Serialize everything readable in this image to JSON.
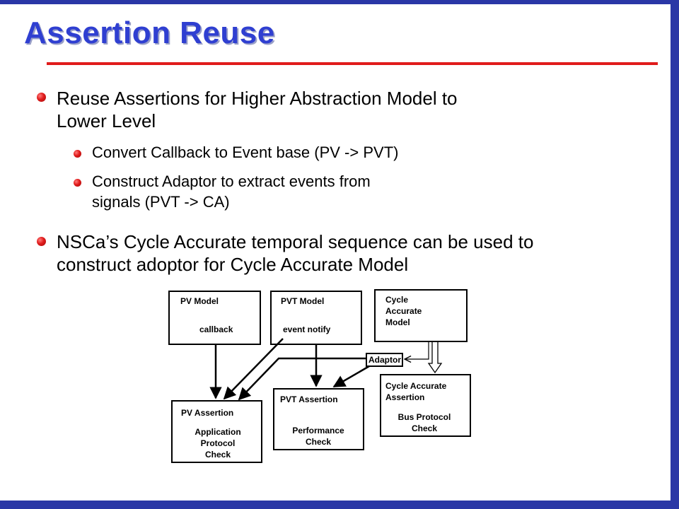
{
  "slide": {
    "title": "Assertion Reuse",
    "accent_color": "#e01b1b",
    "title_color": "#2f3fd1",
    "frame_color": "#2a37a6"
  },
  "bullets": [
    {
      "text_line1": "Reuse Assertions for Higher Abstraction Model to",
      "text_line2": "Lower Level",
      "sub": [
        {
          "text_line1": "Convert Callback to Event base (PV -> PVT)"
        },
        {
          "text_line1": "Construct Adaptor to extract events from",
          "text_line2": "signals (PVT -> CA)"
        }
      ]
    },
    {
      "text_line1": "NSCa’s Cycle Accurate temporal sequence can be used to",
      "text_line2": "construct adoptor for Cycle Accurate Model"
    }
  ],
  "diagram": {
    "pv_model": {
      "title": "PV Model",
      "body": "callback"
    },
    "pvt_model": {
      "title": "PVT Model",
      "body": "event notify"
    },
    "ca_model": {
      "title_lines": [
        "Cycle",
        "Accurate",
        "Model"
      ]
    },
    "adaptor": "Adaptor",
    "pv_assertion": {
      "title": "PV Assertion",
      "body_lines": [
        "Application",
        "Protocol",
        "Check"
      ]
    },
    "pvt_assertion": {
      "title": "PVT Assertion",
      "body_lines": [
        "Performance",
        "Check"
      ]
    },
    "ca_assertion": {
      "title_lines": [
        "Cycle Accurate",
        "Assertion"
      ],
      "body_lines": [
        "Bus Protocol",
        "Check"
      ]
    }
  }
}
